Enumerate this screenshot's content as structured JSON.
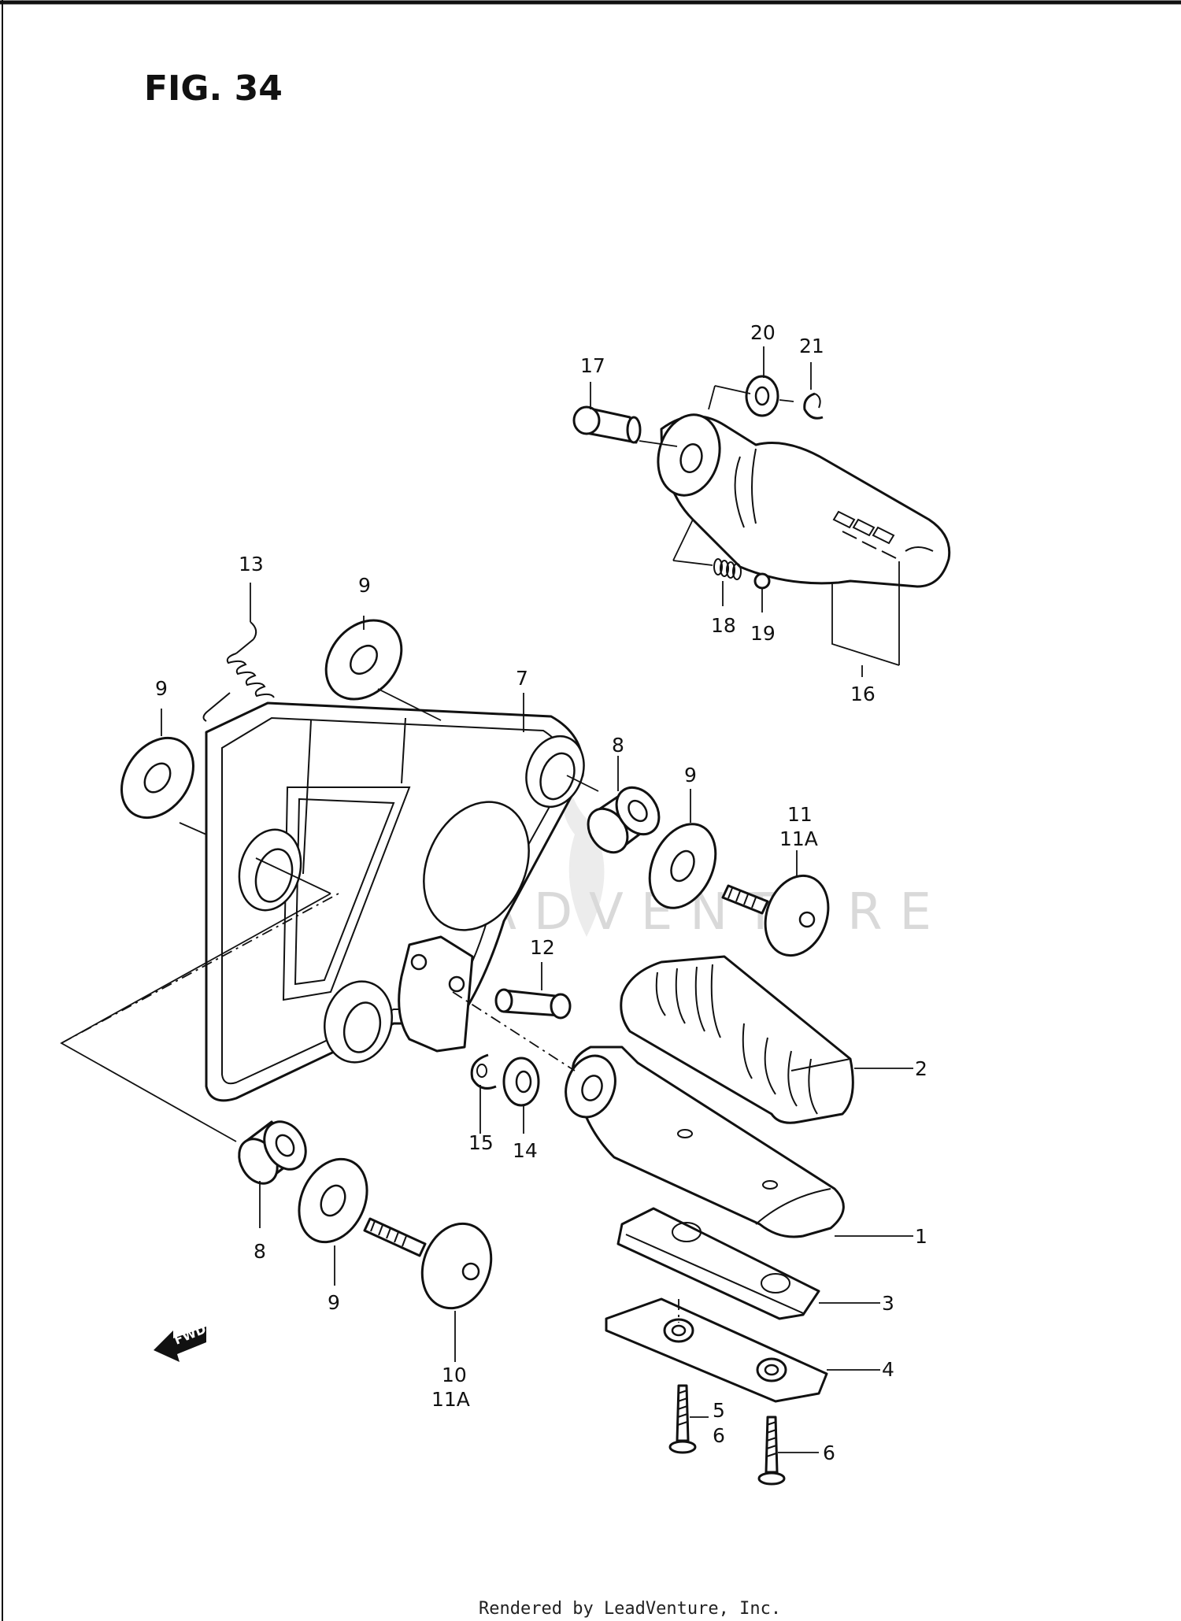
{
  "figure": {
    "title": "FIG. 34",
    "watermark": "LEADVENTURE",
    "credit": "Rendered by LeadVenture, Inc.",
    "direction_badge": "FWD"
  },
  "callouts": {
    "p1": "1",
    "p2": "2",
    "p3": "3",
    "p4": "4",
    "p5": "5",
    "p6a": "6",
    "p6b": "6",
    "p7": "7",
    "p8a": "8",
    "p8b": "8",
    "p9a": "9",
    "p9b": "9",
    "p9c": "9",
    "p9d": "9",
    "p10": "10",
    "p11": "11",
    "p11a_1": "11A",
    "p11a_2": "11A",
    "p12": "12",
    "p13": "13",
    "p14": "14",
    "p15": "15",
    "p16": "16",
    "p17": "17",
    "p18": "18",
    "p19": "19",
    "p20": "20",
    "p21": "21"
  },
  "colors": {
    "ink": "#111111",
    "paper": "#ffffff",
    "watermark": "#d9d9d9"
  }
}
